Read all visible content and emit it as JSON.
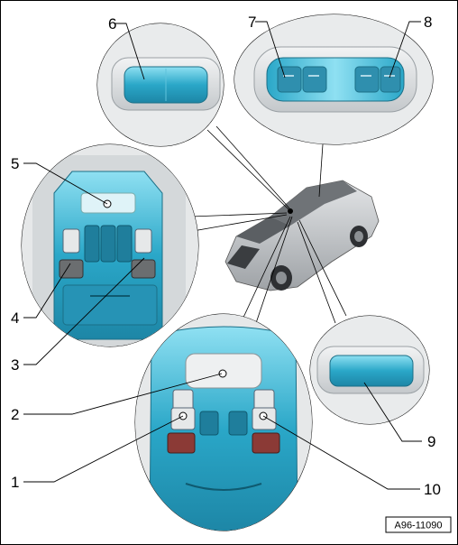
{
  "callouts": [
    "1",
    "2",
    "3",
    "4",
    "5",
    "6",
    "7",
    "8",
    "9",
    "10"
  ],
  "reference_code": "A96-11090",
  "colors": {
    "panel_blue": "#2aa7c8",
    "panel_light": "#7fd6ea",
    "housing_gray": "#cfd3d6",
    "car_gray": "#b9bcbf",
    "lamp_red": "#8b3a36",
    "line": "#000000"
  }
}
